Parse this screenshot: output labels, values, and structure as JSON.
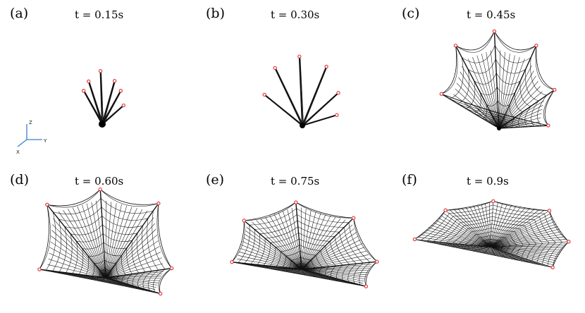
{
  "panels": [
    {
      "label": "(a)",
      "time": "t = 0.15s",
      "stage": 0.15
    },
    {
      "label": "(b)",
      "time": "t = 0.30s",
      "stage": 0.3
    },
    {
      "label": "(c)",
      "time": "t = 0.45s",
      "stage": 0.45
    },
    {
      "label": "(d)",
      "time": "t = 0.60s",
      "stage": 0.6
    },
    {
      "label": "(e)",
      "time": "t = 0.75s",
      "stage": 0.75
    },
    {
      "label": "(f)",
      "time": "t = 0.9s",
      "stage": 0.9
    }
  ],
  "axes": {
    "z": "Z",
    "y": "Y",
    "x": "X",
    "color": "#3a7fd5"
  },
  "colors": {
    "mesh": "#111111",
    "tip_marker": "#e03030",
    "hub": "#000000"
  }
}
